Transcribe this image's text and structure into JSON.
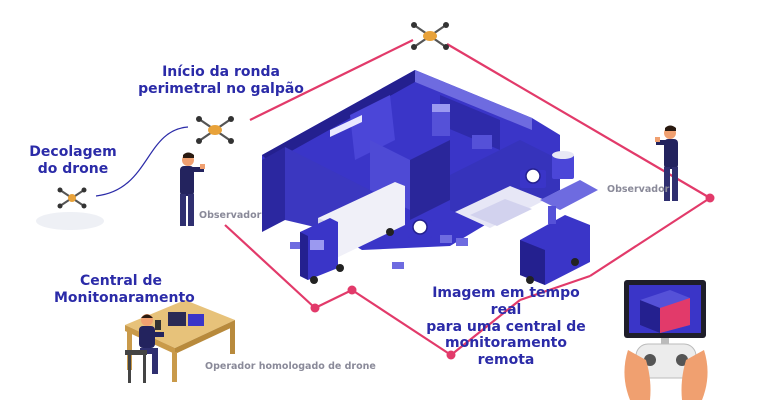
{
  "labels": {
    "takeoff_line1": "Decolagem",
    "takeoff_line2": "do drone",
    "patrol_line1": "Início da ronda",
    "patrol_line2": "perimetral no galpão",
    "central_line1": "Central de",
    "central_line2": "Monitonaramento",
    "realtime_line1": "Imagem em tempo real",
    "realtime_line2": "para uma central de",
    "realtime_line3": "monitoramento remota",
    "observer_left": "Observador",
    "observer_right": "Observador",
    "operator": "Operador homologado de drone"
  },
  "colors": {
    "label_text": "#2b2ba8",
    "caption_text": "#8a8a99",
    "route_line": "#e23a6a",
    "warehouse": "#3a35c8",
    "warehouse_dark": "#24208f",
    "warehouse_light": "#6e6be0",
    "drone_frame": "#555555",
    "drone_body": "#e8a23a",
    "skin": "#f0a070",
    "person_jacket": "#23235e"
  },
  "icons": [
    "drone-icon",
    "person-icon",
    "warehouse-illustration",
    "truck-icon",
    "desk-operator-icon",
    "remote-controller-icon"
  ]
}
